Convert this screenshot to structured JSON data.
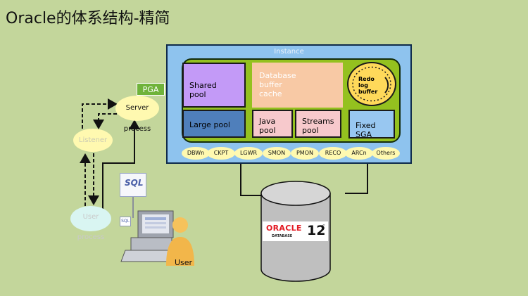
{
  "title": "Oracle的体系结构-精简",
  "instance": {
    "label": "Instance",
    "shared_pool": [
      "Shared",
      "pool"
    ],
    "db_buffer_cache": [
      "Database",
      "buffer",
      "cache"
    ],
    "redo_log_buffer": [
      "Redo",
      "log buffer"
    ],
    "large_pool": "Large pool",
    "java_pool": [
      "Java",
      "pool"
    ],
    "streams_pool": [
      "Streams",
      "pool"
    ],
    "fixed_sga": [
      "Fixed",
      "SGA"
    ],
    "processes": [
      "DBWn",
      "CKPT",
      "LGWR",
      "SMON",
      "PMON",
      "RECO",
      "ARCn",
      "Others"
    ]
  },
  "pga_label": "PGA",
  "server_process": [
    "Server",
    "process"
  ],
  "listener": "Listener",
  "user_process": [
    "User",
    "process"
  ],
  "sql_sign": "SQL",
  "sql_small": "SQL",
  "user_label": "User",
  "logo": {
    "oracle": "ORACLE",
    "database": "DATABASE",
    "version": "12",
    "superscript": "c"
  },
  "colors": {
    "background": "#c3d69b",
    "instance": "#8ec3ee",
    "sga": "#94c11f",
    "shared_pool": "#c39af7",
    "db_buffer": "#f8c9a5",
    "large_pool": "#4f7fbb",
    "java_streams": "#f7c9cc",
    "fixed_sga": "#98c7f1",
    "redo": "#ffd95a",
    "process_oval": "#fff9b0",
    "pga": "#6fb33a"
  }
}
